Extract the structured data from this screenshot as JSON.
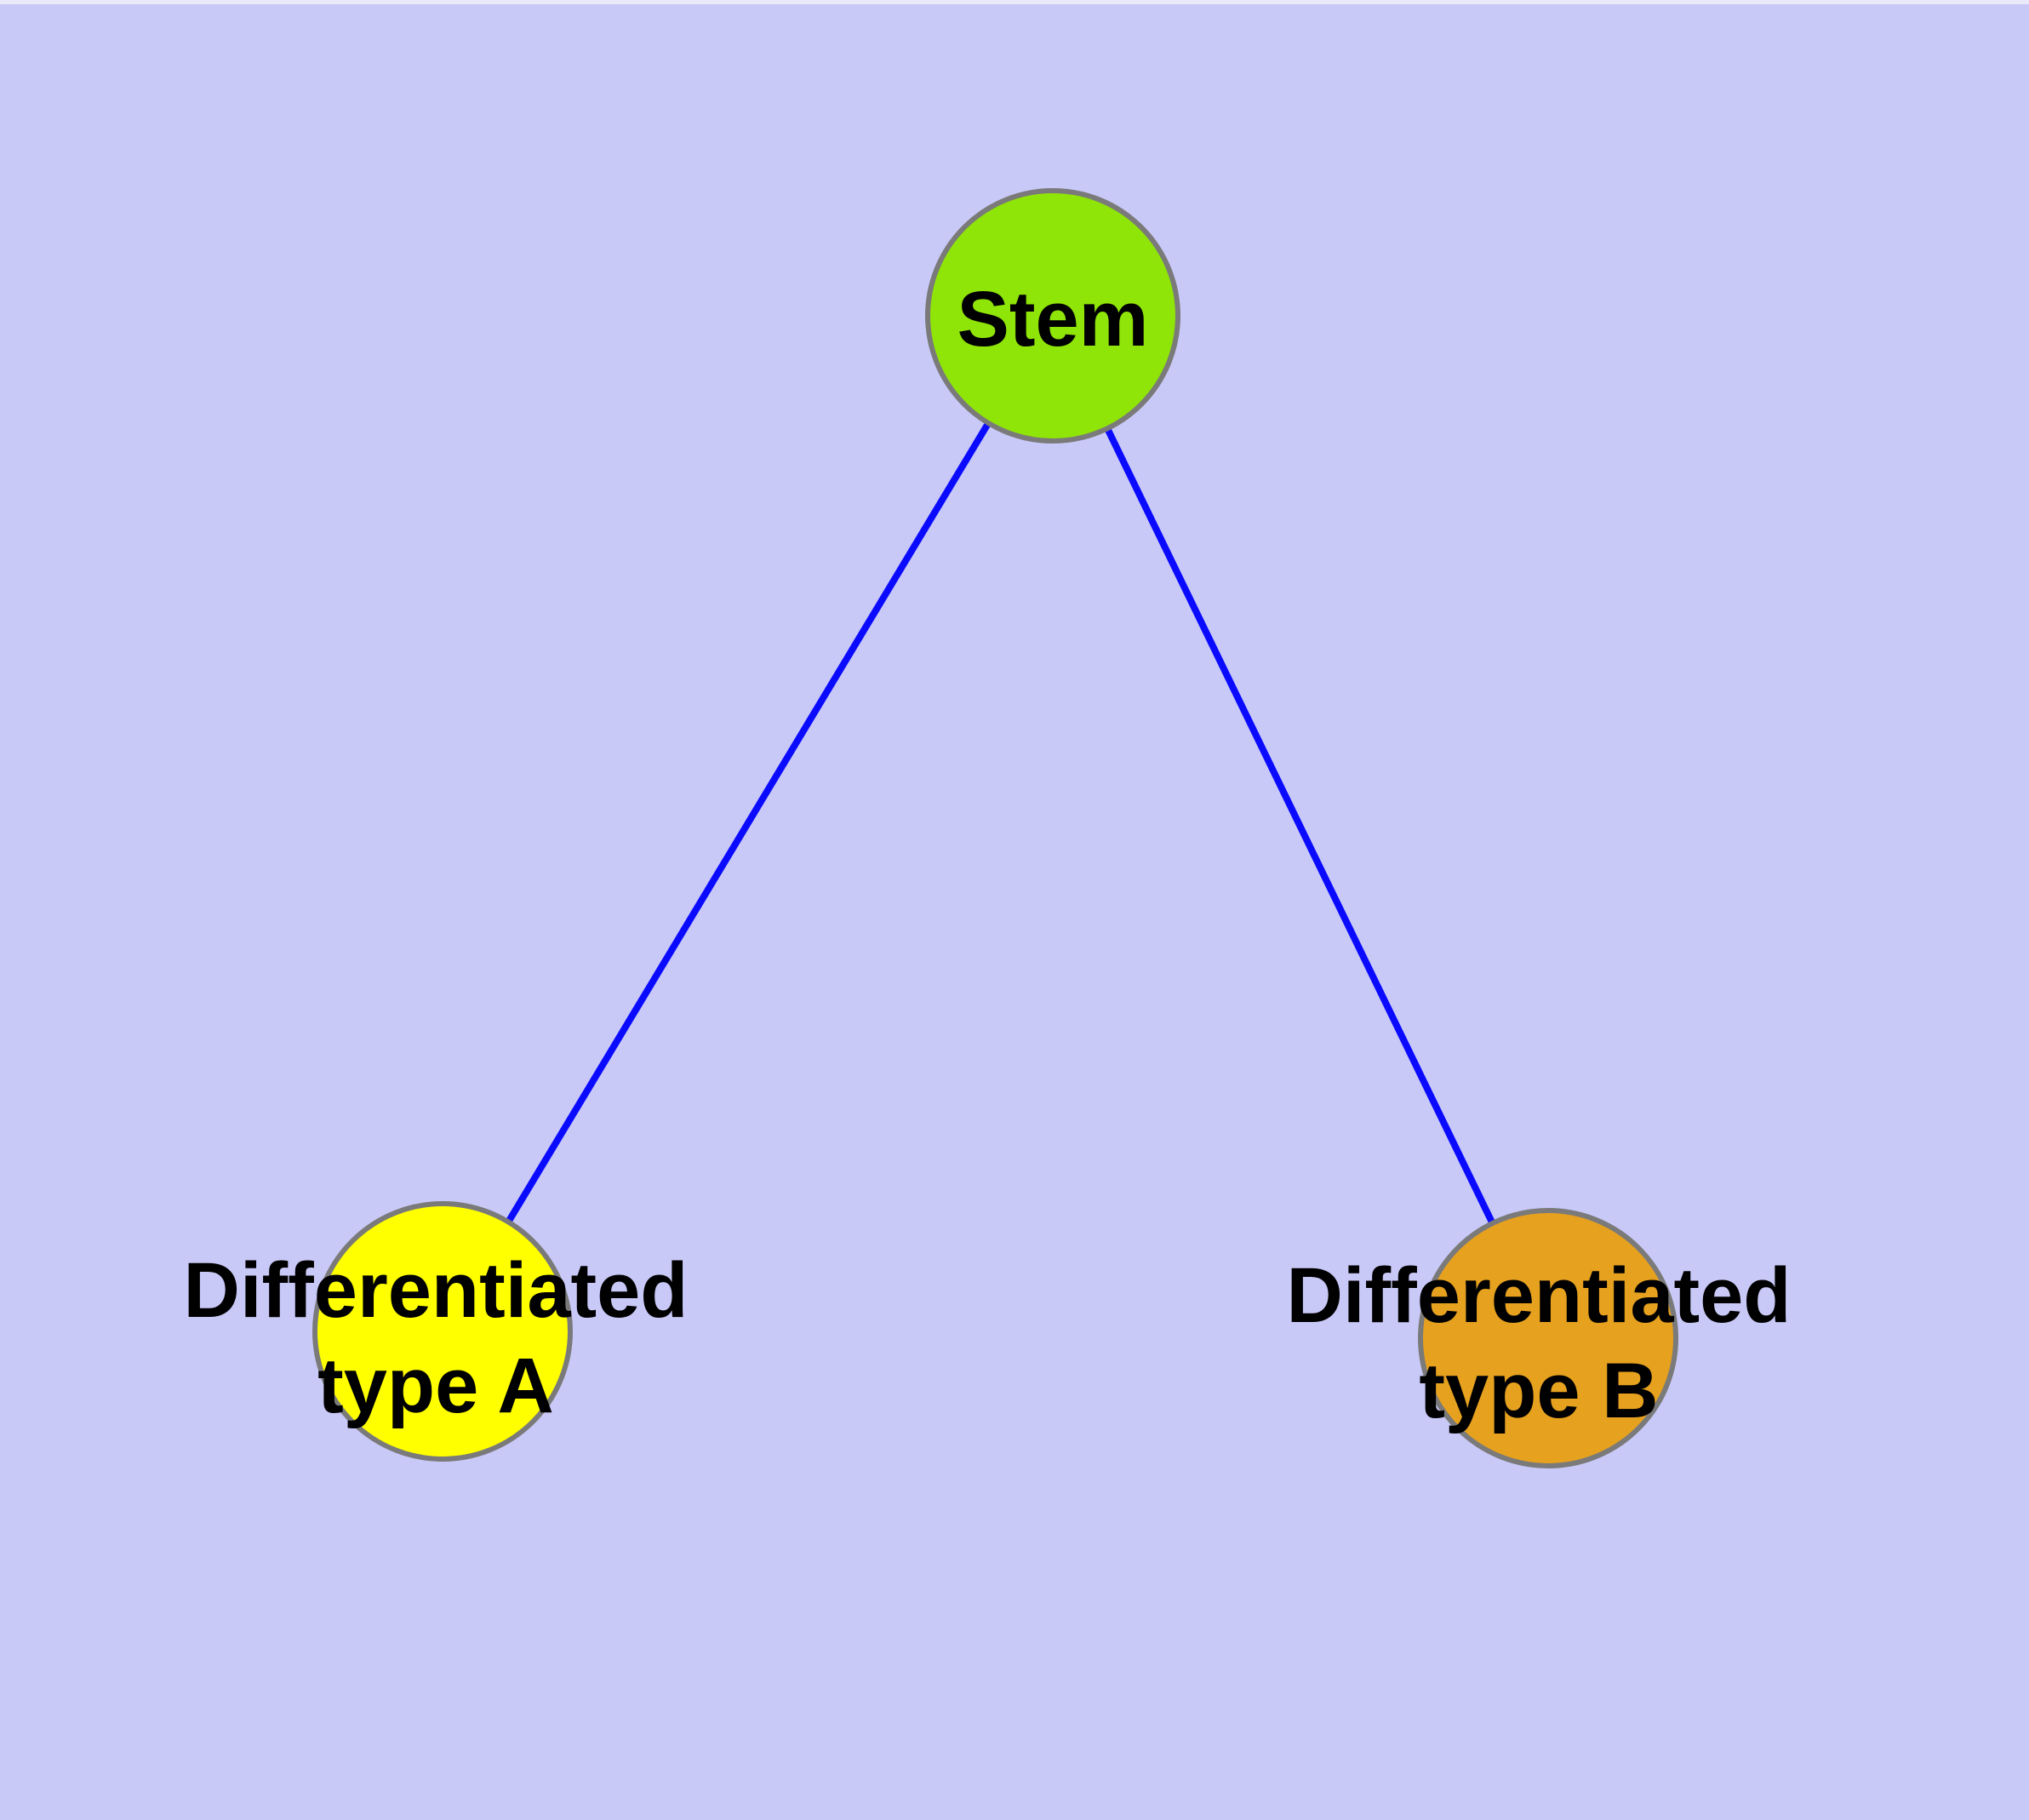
{
  "diagram": {
    "background_color": "#C9C9F8",
    "top_strip_color": "#E9E9FA",
    "edge_color": "#0A0AFF",
    "node_border_color": "#7A7A7A",
    "label_color": "#000000",
    "nodes": [
      {
        "id": "stem",
        "label": "Stem",
        "fill": "#8FE408"
      },
      {
        "id": "type-a",
        "label": "Differentiated\ntype A",
        "fill": "#FFFF00"
      },
      {
        "id": "type-b",
        "label": "Differentiated\ntype B",
        "fill": "#E6A11F"
      }
    ],
    "edges": [
      {
        "from": "stem",
        "to": "type-a"
      },
      {
        "from": "stem",
        "to": "type-b"
      }
    ]
  }
}
